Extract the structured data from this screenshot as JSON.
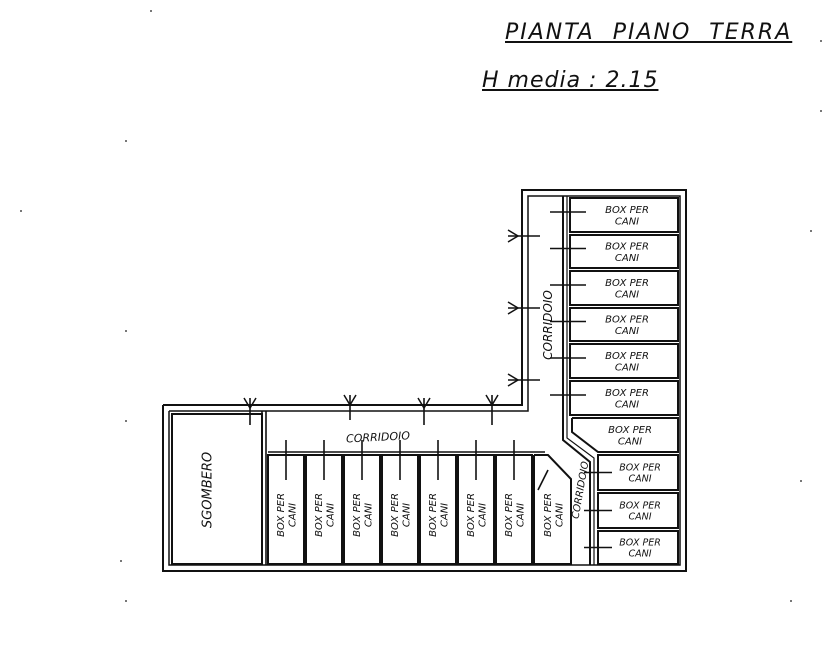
{
  "header": {
    "title": "PIANTA  PIANO  TERRA",
    "subtitle": "H media : 2.15"
  },
  "plan": {
    "storage_room": "SGOMBERO",
    "corridor_label": "CORRIDOIO",
    "box_line1": "BOX PER",
    "box_line2": "CANI",
    "box_count": 18,
    "corridors": [
      "CORRIDOIO",
      "CORRIDOIO",
      "CORRIDOIO"
    ]
  },
  "colors": {
    "ink": "#111111",
    "paper": "#ffffff"
  }
}
